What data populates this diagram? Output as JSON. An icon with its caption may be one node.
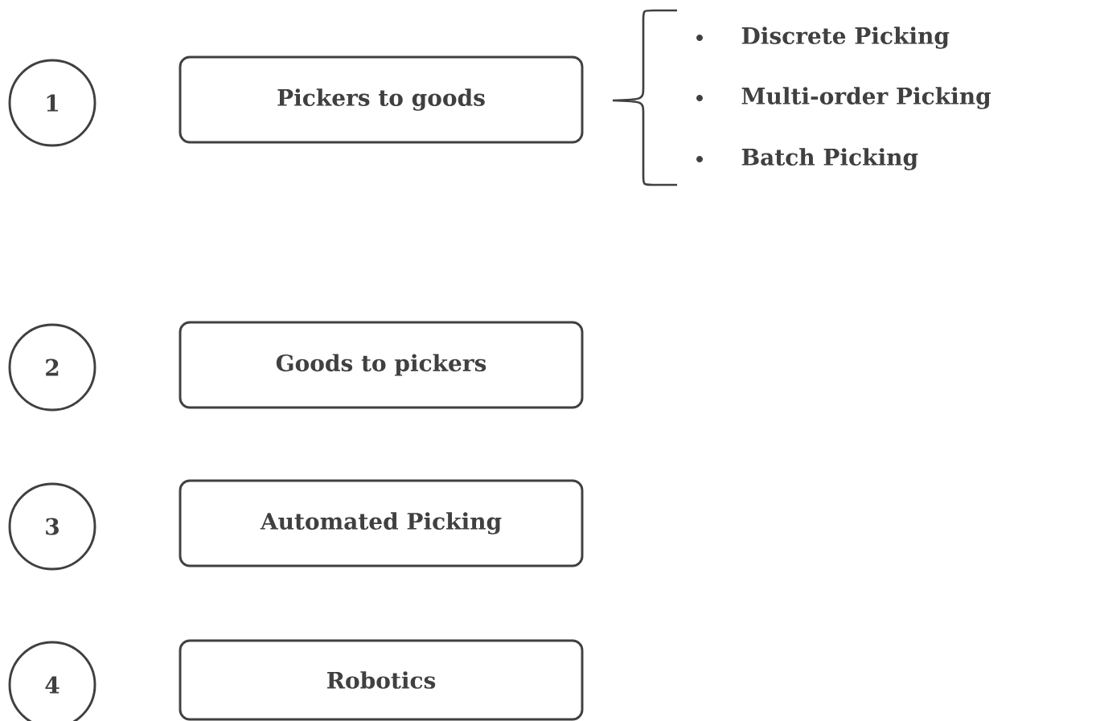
{
  "diagram": {
    "nodes": [
      {
        "text": [
          "1"
        ]
      },
      {
        "text": [
          "Pickers to goods"
        ]
      },
      {
        "text": [
          "2"
        ]
      },
      {
        "text": [
          "Goods to pickers"
        ]
      },
      {
        "text": [
          "3"
        ]
      },
      {
        "text": [
          "Automated Picking"
        ]
      },
      {
        "text": [
          "4"
        ]
      },
      {
        "text": [
          "Robotics"
        ]
      }
    ],
    "labels": [
      "Discrete Picking",
      "Multi-order Picking",
      "Batch Picking"
    ]
  }
}
